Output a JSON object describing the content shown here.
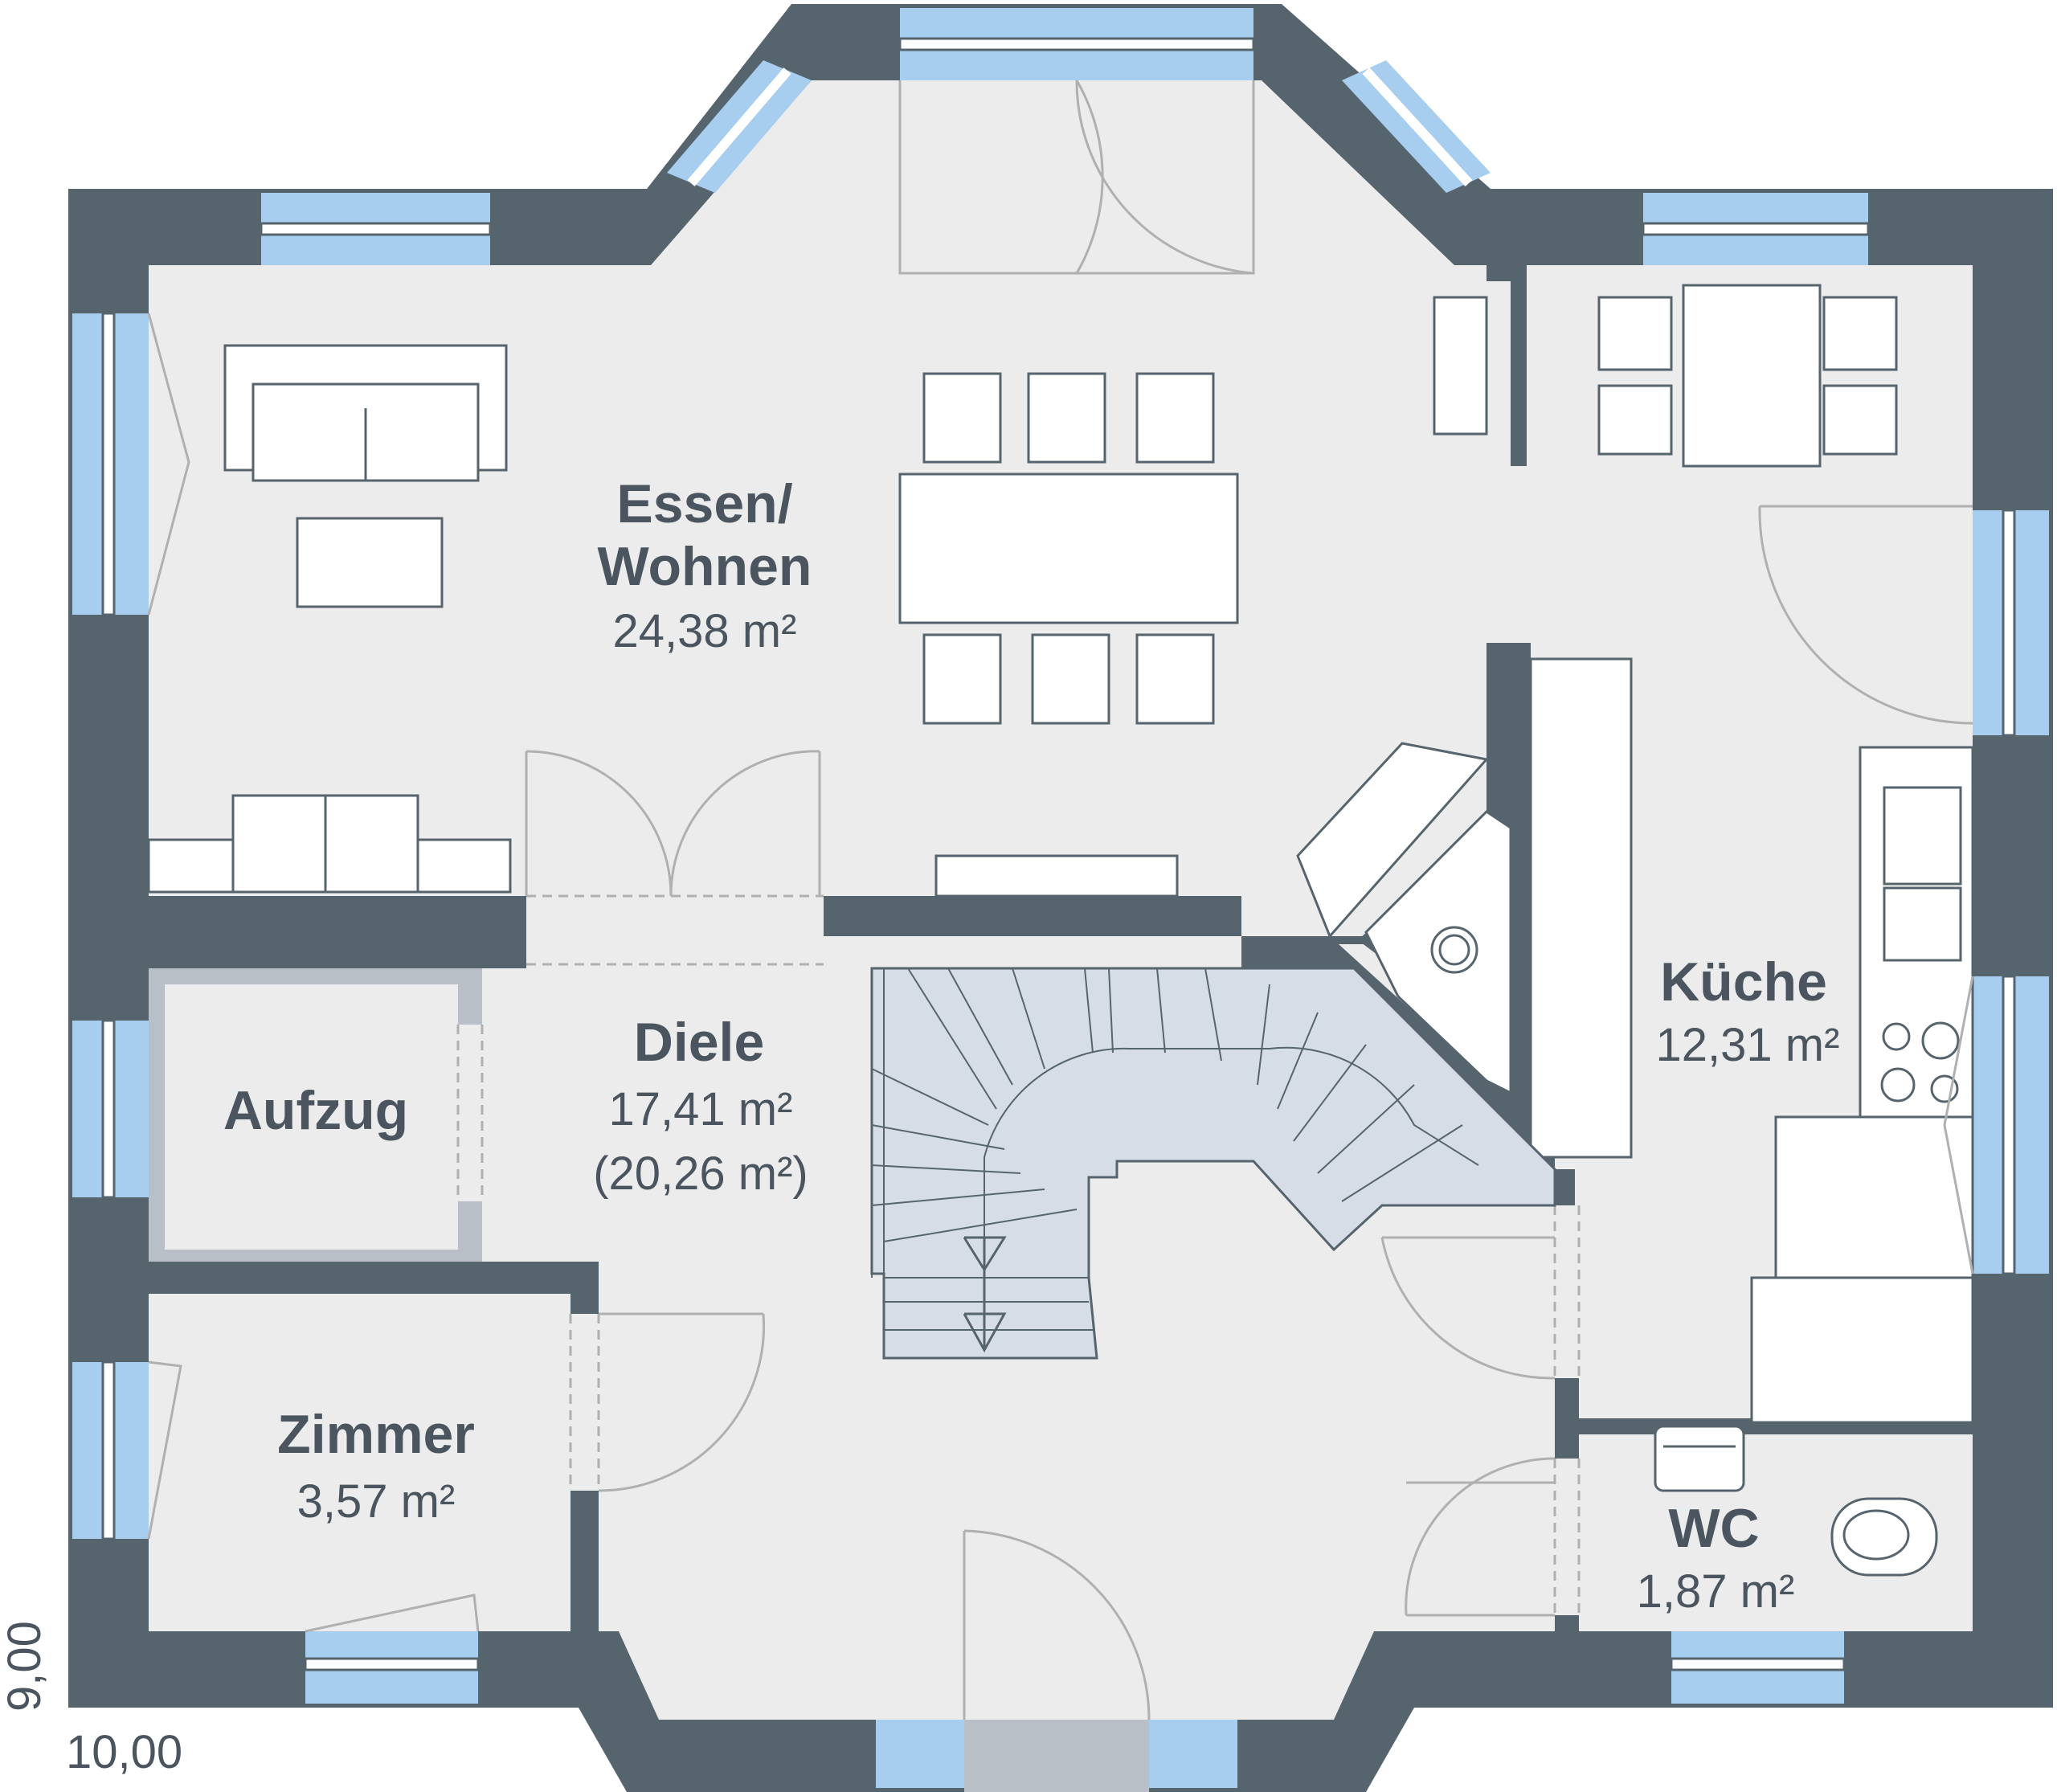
{
  "colors": {
    "wall": "#56646e",
    "floor": "#ececec",
    "window_glass": "#a7cdef",
    "window_frame": "#6fa8d9",
    "furniture_fill": "#ffffff",
    "furniture_stroke": "#56646e",
    "door_swing": "#b0b0b0",
    "stair_fill": "#d7dde6",
    "text": "#4a5560"
  },
  "icons": [
    "door-swing-icon",
    "window-icon",
    "stair-arrow-icon",
    "toilet-icon",
    "sink-icon",
    "stove-icon",
    "washing-machine-icon"
  ],
  "rooms": {
    "essen": {
      "name_line1": "Essen/",
      "name_line2": "Wohnen",
      "area": "24,38 m²"
    },
    "kueche": {
      "name": "Küche",
      "area": "12,31 m²"
    },
    "diele": {
      "name": "Diele",
      "area": "17,41 m²",
      "area_alt": "(20,26 m²)"
    },
    "aufzug": {
      "name": "Aufzug"
    },
    "zimmer": {
      "name": "Zimmer",
      "area": "3,57 m²"
    },
    "wc": {
      "name": "WC",
      "area": "1,87 m²"
    }
  },
  "dimensions": {
    "width": "10,00",
    "depth": "9,00"
  }
}
